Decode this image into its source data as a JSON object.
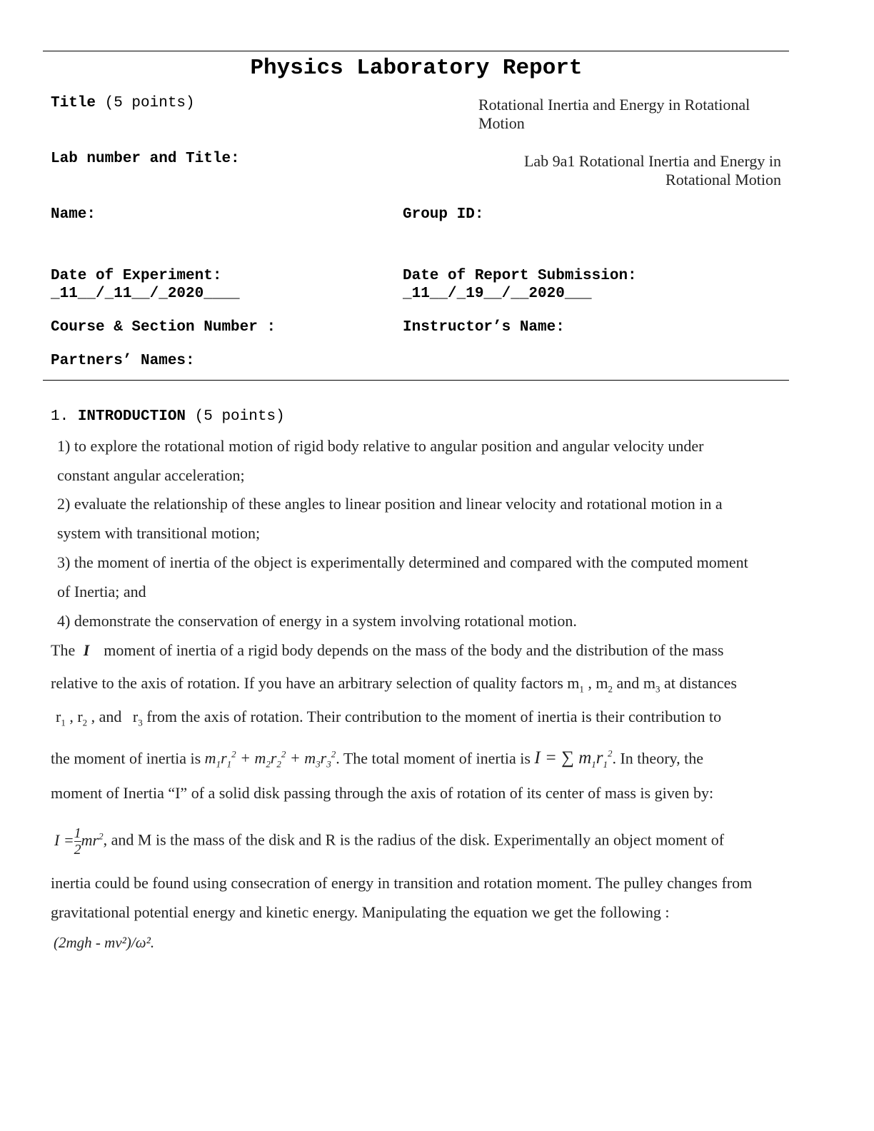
{
  "header": {
    "report_title": "Physics Laboratory Report",
    "title_label": "Title",
    "title_points": " (5 points)",
    "title_value_lines": [
      "Rotational Inertia and Energy in Rotational",
      "Motion"
    ],
    "lab_label": "Lab number and Title:",
    "lab_value_lines": [
      "Lab 9a1 Rotational Inertia and Energy in",
      "Rotational Motion"
    ],
    "name_label": "Name:",
    "group_label": "Group ID:",
    "date_exp_label": "Date of Experiment:",
    "date_exp_value": "_11__/_11__/_2020____",
    "date_sub_label": "Date of Report Submission:",
    "date_sub_value": "_11__/_19__/__2020___",
    "course_label": "Course & Section Number :",
    "instructor_label": "Instructor’s Name:",
    "partners_label": "Partners’ Names:"
  },
  "intro": {
    "number": "1. ",
    "heading": "INTRODUCTION",
    "points": " (5 points)",
    "lines": [
      "1) to explore the rotational motion of rigid body relative to angular position and angular velocity under",
      "constant angular acceleration;",
      "2)  evaluate the relationship of these angles to linear position and linear velocity and rotational motion in a",
      "system with transitional motion;",
      "3) the moment of inertia of the object is experimentally determined and compared with the computed moment",
      "of Inertia; and",
      "4)  demonstrate the conservation of energy in a system involving rotational motion."
    ],
    "p1a": "The ",
    "p1b": "moment of inertia of a rigid body depends on the mass of the body and the distribution of the mass",
    "p2a": "relative to the axis of rotation. If you have an arbitrary selection of quality factors ",
    "p2b": " and ",
    "p2c": " at distances",
    "p3a": " , and ",
    "p3b": " from the axis of rotation. Their contribution to the moment of inertia is their contribution to",
    "p4a": "the moment of inertia is ",
    "p4b": ". The total moment of inertia is ",
    "p4c": ". In theory, the",
    "p5": "moment of Inertia “I” of a solid disk passing through the axis of rotation of its center of mass is given by:",
    "p6": ",  and M is the mass of the disk and R is the radius of the disk. Experimentally an object moment of",
    "p7": "inertia could be found using consecration of energy in transition and rotation moment. The pulley changes from",
    "p8": "gravitational potential energy and kinetic energy. Manipulating the equation we get the following :",
    "final_formula": "(2mgh - mv²)/ω²."
  }
}
